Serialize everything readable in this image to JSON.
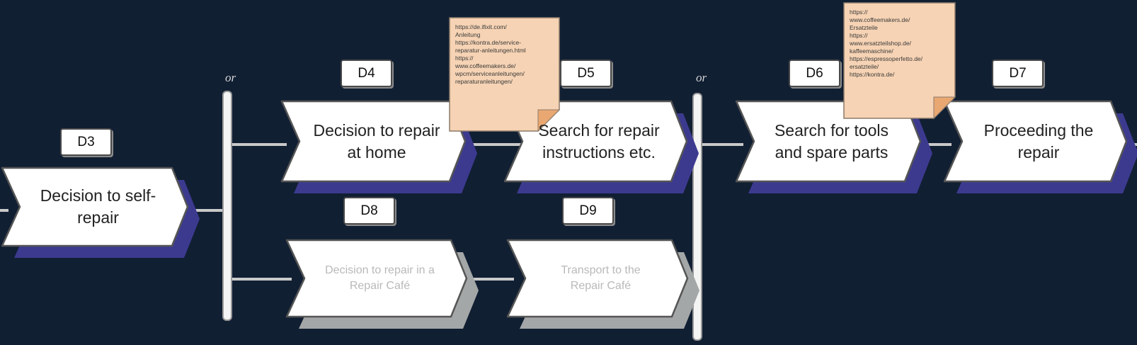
{
  "colors": {
    "background": "#111f33",
    "step_fill": "#ffffff",
    "shadow_active": "#3c3a8f",
    "shadow_inactive": "#a4a7a7",
    "note_fill": "#f6d3b4",
    "connector": "#c9c9c9"
  },
  "steps": [
    {
      "id": "D3",
      "label": "Decision to self-\nrepair",
      "active": true
    },
    {
      "id": "D4",
      "label": "Decision to repair\nat home",
      "active": true
    },
    {
      "id": "D5",
      "label": "Search for repair\ninstructions etc.",
      "active": true
    },
    {
      "id": "D6",
      "label": "Search for tools\nand spare parts",
      "active": true
    },
    {
      "id": "D7",
      "label": "Proceeding the\nrepair",
      "active": true
    },
    {
      "id": "D8",
      "label": "Decision to repair in a\nRepair Café",
      "active": false
    },
    {
      "id": "D9",
      "label": "Transport to the\nRepair Café",
      "active": false
    }
  ],
  "gateways": [
    {
      "label": "or"
    },
    {
      "label": "or"
    }
  ],
  "notes": [
    {
      "text": "https://de.ifixit.com/\nAnleitung\nhttps://kontra.de/service-\nreparatur-anleitungen.html\nhttps://\nwww.coffeemakers.de/\nwpcm/serviceanleitungen/\nreparaturanleitungen/"
    },
    {
      "text": "https://\nwww.coffeemakers.de/\nErsatzteile\nhttps://\nwww.ersatzteilshop.de/\nkaffeemaschine/\nhttps://espressoperfetto.de/\nersatzteile/\nhttps://kontra.de/"
    }
  ]
}
